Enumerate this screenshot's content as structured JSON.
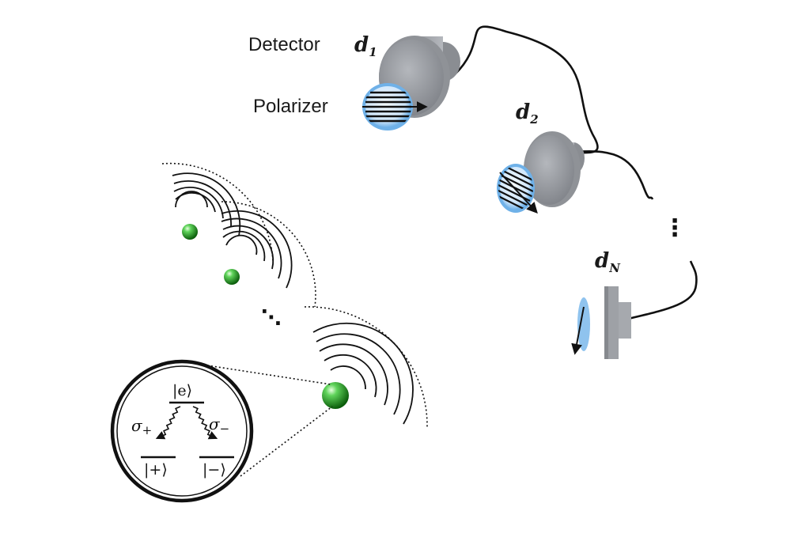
{
  "labels": {
    "detector_word": "Detector",
    "d": "d",
    "d1_sub": "1",
    "d2_sub": "2",
    "dN_sub": "N",
    "polarizer": "Polarizer",
    "ellipsis": "⋮",
    "atoms_ellipsis": "⋱"
  },
  "level_diagram": {
    "excited": "|e⟩",
    "ground_plus": "|+⟩",
    "ground_minus": "|−⟩",
    "sigma": "σ",
    "sigma_plus_sign": "+",
    "sigma_minus_sign": "−"
  },
  "colors": {
    "atom": "#27a827",
    "detector_body": "#9b9ea3",
    "polarizer_rim": "#8fc3ee",
    "ink": "#111111"
  }
}
